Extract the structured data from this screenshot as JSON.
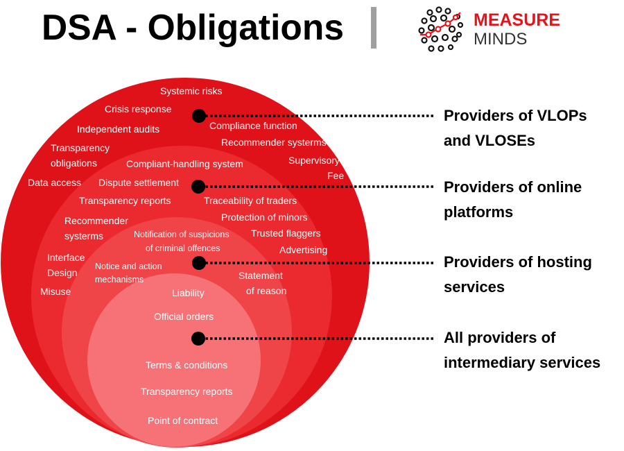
{
  "header": {
    "title": "DSA - Obligations",
    "logo": {
      "line1": "MEASURE",
      "line2": "MINDS",
      "brand_color": "#e3141b"
    }
  },
  "colors": {
    "ring_outer": "#e01219",
    "ring_2": "#ea2a2f",
    "ring_3": "#ef4448",
    "ring_inner": "#f77276"
  },
  "tiers": [
    {
      "line1": "Providers of VLOPs",
      "line2": "and VLOSEs"
    },
    {
      "line1": "Providers of online",
      "line2": "platforms"
    },
    {
      "line1": "Providers of hosting",
      "line2": "services"
    },
    {
      "line1": "All providers of",
      "line2": "intermediary services"
    }
  ],
  "obligations": {
    "vlops": [
      "Systemic risks",
      "Crisis response",
      "Independent audits",
      "Transparency",
      "obligations",
      "Data access",
      "Compliance function",
      "Recommender systerms",
      "Supervisory",
      "Fee"
    ],
    "platforms": [
      "Compliant-handling system",
      "Dispute settlement",
      "Transparency reports",
      "Traceability of traders",
      "Protection of minors",
      "Recommender",
      "systerms",
      "Trusted flaggers",
      "Advertising",
      "Interface",
      "Design",
      "Misuse"
    ],
    "hosting": [
      "Notification of suspicions",
      "of criminal offences",
      "Notice and action",
      "mechanisms",
      "Statement",
      "of reason"
    ],
    "intermediary": [
      "Liability",
      "Official orders",
      "Terms & conditions",
      "Transparency reports",
      "Point of contract"
    ]
  }
}
